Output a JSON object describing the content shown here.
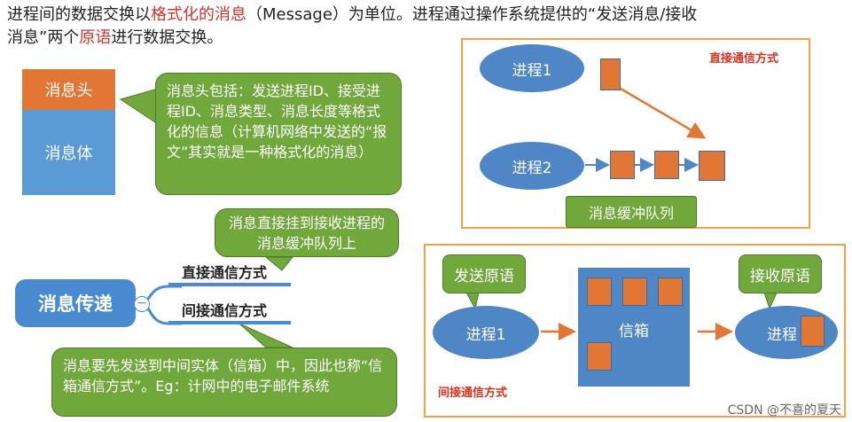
{
  "intro": {
    "part1": "进程间的数据交换以",
    "highlight1": "格式化的消息",
    "part2": "（Message）为单位。进程通过操作系统提供的“发送消息/接收",
    "part3": "消息”两个",
    "highlight2": "原语",
    "part4": "进行数据交换。"
  },
  "message_struct": {
    "head": "消息头",
    "body": "消息体"
  },
  "callouts": {
    "header_info": "消息头包括：发送进程ID、接受进程ID、消息类型、消息长度等格式化的信息（计算机网络中发送的“报文”其实就是一种格式化的消息）",
    "direct_note": "消息直接挂到接收进程的消息缓冲队列上",
    "indirect_note": "消息要先发送到中间实体（信箱）中，因此也称“信箱通信方式”。Eg：计网中的电子邮件系统"
  },
  "mindmap": {
    "root": "消息传递",
    "collapse_symbol": "−",
    "branches": [
      "直接通信方式",
      "间接通信方式"
    ]
  },
  "direct_diagram": {
    "title": "直接通信方式",
    "process_a": "进程1",
    "process_b": "进程2",
    "queue_label": "消息缓冲队列"
  },
  "indirect_diagram": {
    "title": "间接通信方式",
    "send_primitive": "发送原语",
    "receive_primitive": "接收原语",
    "sender": "进程1",
    "receiver": "进程",
    "mailbox": "信箱"
  },
  "colors": {
    "orange": "#e27735",
    "blue": "#4f86c6",
    "green": "#70a83c",
    "frame": "#f4a04a",
    "red": "#e0301e"
  },
  "watermark": "CSDN @不喜的夏天"
}
